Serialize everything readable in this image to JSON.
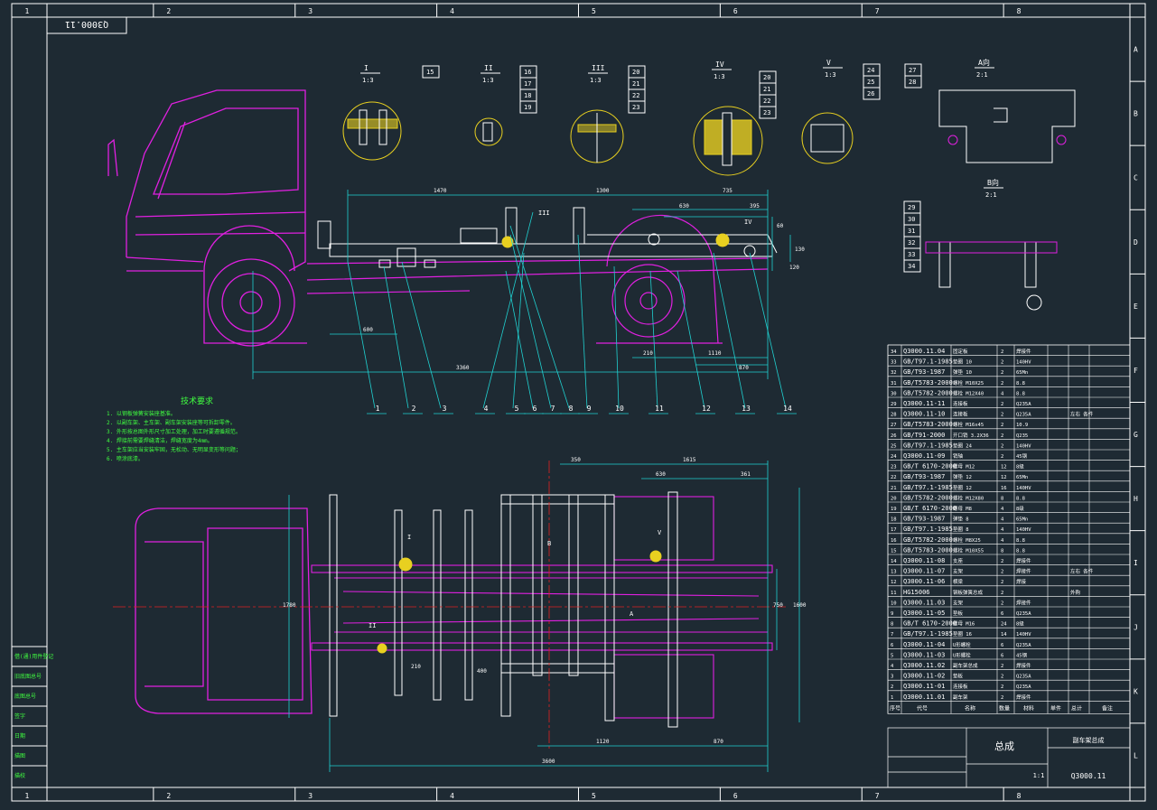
{
  "drawing_number": "Q3000.11",
  "title_block": {
    "name": "总成",
    "number": "Q3000.11",
    "scale": "1:1",
    "part_name": "副车架总成"
  },
  "tech_requirements": {
    "title": "技术要求",
    "lines": [
      "1. 以钢板弹簧安装座基准。",
      "2. 以副车架、主车架、副车架安装座等可拆卸零件。",
      "3. 外形按总图外形尺寸加工处理，加工时要遵循规范。",
      "4. 焊接前需要焊缝清洁，焊缝宽度为4mm。",
      "5. 主车架应当安装牢固，无松动、无明显变形等问题；",
      "6. 喷涂底漆。"
    ]
  },
  "border": {
    "cols_top": [
      "1",
      "2",
      "3",
      "4",
      "5",
      "6",
      "7",
      "8"
    ],
    "rows": [
      "A",
      "B",
      "C",
      "D",
      "E",
      "F",
      "G",
      "H",
      "I",
      "J",
      "K",
      "L"
    ]
  },
  "detail_views": [
    {
      "label": "I",
      "scale": "1:3",
      "refs": [
        "15"
      ]
    },
    {
      "label": "II",
      "scale": "1:3",
      "refs": [
        "16",
        "17",
        "18",
        "19"
      ]
    },
    {
      "label": "III",
      "scale": "1:3",
      "refs": [
        "20",
        "21",
        "22",
        "23"
      ]
    },
    {
      "label": "IV",
      "scale": "1:3",
      "refs": [
        "20",
        "21",
        "22",
        "23"
      ]
    },
    {
      "label": "V",
      "scale": "1:3",
      "refs": [
        "24",
        "25",
        "26"
      ]
    },
    {
      "label": "A向",
      "scale": "2:1",
      "refs": [
        "27",
        "28"
      ]
    },
    {
      "label": "B向",
      "scale": "2:1",
      "refs": [
        "29",
        "30",
        "31",
        "32",
        "33",
        "34"
      ]
    }
  ],
  "balloons": [
    "1",
    "2",
    "3",
    "4",
    "5",
    "6",
    "7",
    "8",
    "9",
    "10",
    "11",
    "12",
    "13",
    "14"
  ],
  "dimensions_side": [
    "1470",
    "1300",
    "735",
    "395",
    "630",
    "3360",
    "870",
    "1110",
    "600",
    "60",
    "130",
    "120",
    "210"
  ],
  "dimensions_top": [
    "350",
    "1615",
    "630",
    "361",
    "1120",
    "870",
    "3600",
    "1600",
    "1780",
    "750",
    "400",
    "210"
  ],
  "bom": {
    "headers": [
      "序号",
      "代号",
      "名称",
      "数量",
      "材料",
      "单件",
      "总计",
      "备注"
    ],
    "rows": [
      [
        "34",
        "Q3000.11.04",
        "固定板",
        "2",
        "焊接件",
        "",
        ""
      ],
      [
        "33",
        "GB/T97.1-1985",
        "垫圈 10",
        "2",
        "140HV",
        "",
        ""
      ],
      [
        "32",
        "GB/T93-1987",
        "弹垫 10",
        "2",
        "65Mn",
        "",
        ""
      ],
      [
        "31",
        "GB/T5783-2000",
        "螺栓 M10X25",
        "2",
        "8.8",
        "",
        ""
      ],
      [
        "30",
        "GB/T5782-2000",
        "螺栓 M12X40",
        "4",
        "8.8",
        "",
        ""
      ],
      [
        "29",
        "Q3000.11-11",
        "连接板",
        "2",
        "Q235A",
        "",
        ""
      ],
      [
        "28",
        "Q3000.11-10",
        "连接板",
        "2",
        "Q235A",
        "",
        "左右 各件"
      ],
      [
        "27",
        "GB/T5783-2000",
        "螺栓 M16x45",
        "2",
        "10.9",
        "",
        ""
      ],
      [
        "26",
        "GB/T91-2000",
        "开口销 3.2X36",
        "2",
        "Q235",
        "",
        ""
      ],
      [
        "25",
        "GB/T97.1-1985",
        "垫圈 24",
        "2",
        "140HV",
        "",
        ""
      ],
      [
        "24",
        "Q3000.11-09",
        "销轴",
        "2",
        "45钢",
        "",
        ""
      ],
      [
        "23",
        "GB/T 6170-2000",
        "螺母 M12",
        "12",
        "8级",
        "",
        ""
      ],
      [
        "22",
        "GB/T93-1987",
        "弹垫 12",
        "12",
        "65Mn",
        "",
        ""
      ],
      [
        "21",
        "GB/T97.1-1985",
        "垫圈 12",
        "16",
        "140HV",
        "",
        ""
      ],
      [
        "20",
        "GB/T5782-2000",
        "螺栓 M12X80",
        "8",
        "8.8",
        "",
        ""
      ],
      [
        "19",
        "GB/T 6170-2000",
        "螺母 M8",
        "4",
        "8级",
        "",
        ""
      ],
      [
        "18",
        "GB/T93-1987",
        "弹垫 8",
        "4",
        "65Mn",
        "",
        ""
      ],
      [
        "17",
        "GB/T97.1-1985",
        "垫圈 8",
        "4",
        "140HV",
        "",
        ""
      ],
      [
        "16",
        "GB/T5782-2000",
        "螺栓 M8X25",
        "4",
        "8.8",
        "",
        ""
      ],
      [
        "15",
        "GB/T5783-2000",
        "螺栓 M10X55",
        "8",
        "8.8",
        "",
        ""
      ],
      [
        "14",
        "Q3000.11-08",
        "支座",
        "2",
        "焊接件",
        "",
        ""
      ],
      [
        "13",
        "Q3000.11-07",
        "支架",
        "2",
        "焊接件",
        "",
        "左右 各件"
      ],
      [
        "12",
        "Q3000.11-06",
        "横梁",
        "2",
        "焊接",
        "",
        ""
      ],
      [
        "11",
        "HG15006",
        "钢板弹簧总成",
        "2",
        "",
        "",
        "外购"
      ],
      [
        "10",
        "Q3000.11.03",
        "支架",
        "2",
        "焊接件",
        "",
        ""
      ],
      [
        "9",
        "Q3000.11-05",
        "垫板",
        "6",
        "Q235A",
        "",
        ""
      ],
      [
        "8",
        "GB/T 6170-2000",
        "螺母 M16",
        "24",
        "8级",
        "",
        ""
      ],
      [
        "7",
        "GB/T97.1-1985",
        "垫圈 16",
        "14",
        "140HV",
        "",
        ""
      ],
      [
        "6",
        "Q3000.11-04",
        "U形螺栓",
        "6",
        "Q235A",
        "",
        ""
      ],
      [
        "5",
        "Q3000.11-03",
        "U形螺栓",
        "6",
        "45钢",
        "",
        ""
      ],
      [
        "4",
        "Q3000.11.02",
        "副车架总成",
        "2",
        "焊接件",
        "",
        ""
      ],
      [
        "3",
        "Q3000.11-02",
        "垫板",
        "2",
        "Q235A",
        "",
        ""
      ],
      [
        "2",
        "Q3000.11-01",
        "连接板",
        "2",
        "Q235A",
        "",
        ""
      ],
      [
        "1",
        "Q3000.11.01",
        "副车架",
        "2",
        "焊接件",
        "",
        ""
      ]
    ]
  },
  "left_stamps": [
    "借(通)用件登记",
    "旧底图总号",
    "底图总号",
    "签字",
    "日期",
    "描图",
    "描校"
  ],
  "view_markers": [
    "A",
    "B",
    "I",
    "II",
    "III",
    "IV",
    "V"
  ]
}
